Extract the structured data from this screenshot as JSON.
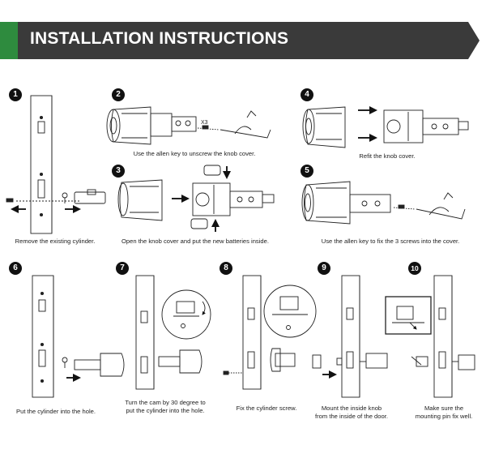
{
  "header": {
    "title": "INSTALLATION INSTRUCTIONS",
    "accent_color": "#2e8b3e",
    "bar_color": "#3a3a3a"
  },
  "steps": [
    {
      "number": "1",
      "caption": "Remove the existing cylinder."
    },
    {
      "number": "2",
      "caption": "Use the allen key to unscrew the knob cover.",
      "label": "X3"
    },
    {
      "number": "3",
      "caption": "Open the knob cover and put the new batteries inside."
    },
    {
      "number": "4",
      "caption": "Refit the knob cover."
    },
    {
      "number": "5",
      "caption": "Use the allen key to fix the 3 screws into the cover."
    },
    {
      "number": "6",
      "caption": "Put the cylinder into the hole."
    },
    {
      "number": "7",
      "caption_lines": [
        "Turn the cam by 30 degree to",
        "put the cylinder into the hole."
      ]
    },
    {
      "number": "8",
      "caption": "Fix the cylinder screw."
    },
    {
      "number": "9",
      "caption_lines": [
        "Mount the inside knob",
        "from the inside of the door."
      ]
    },
    {
      "number": "10",
      "caption_lines": [
        "Make sure the",
        "mounting pin fix well."
      ]
    }
  ]
}
